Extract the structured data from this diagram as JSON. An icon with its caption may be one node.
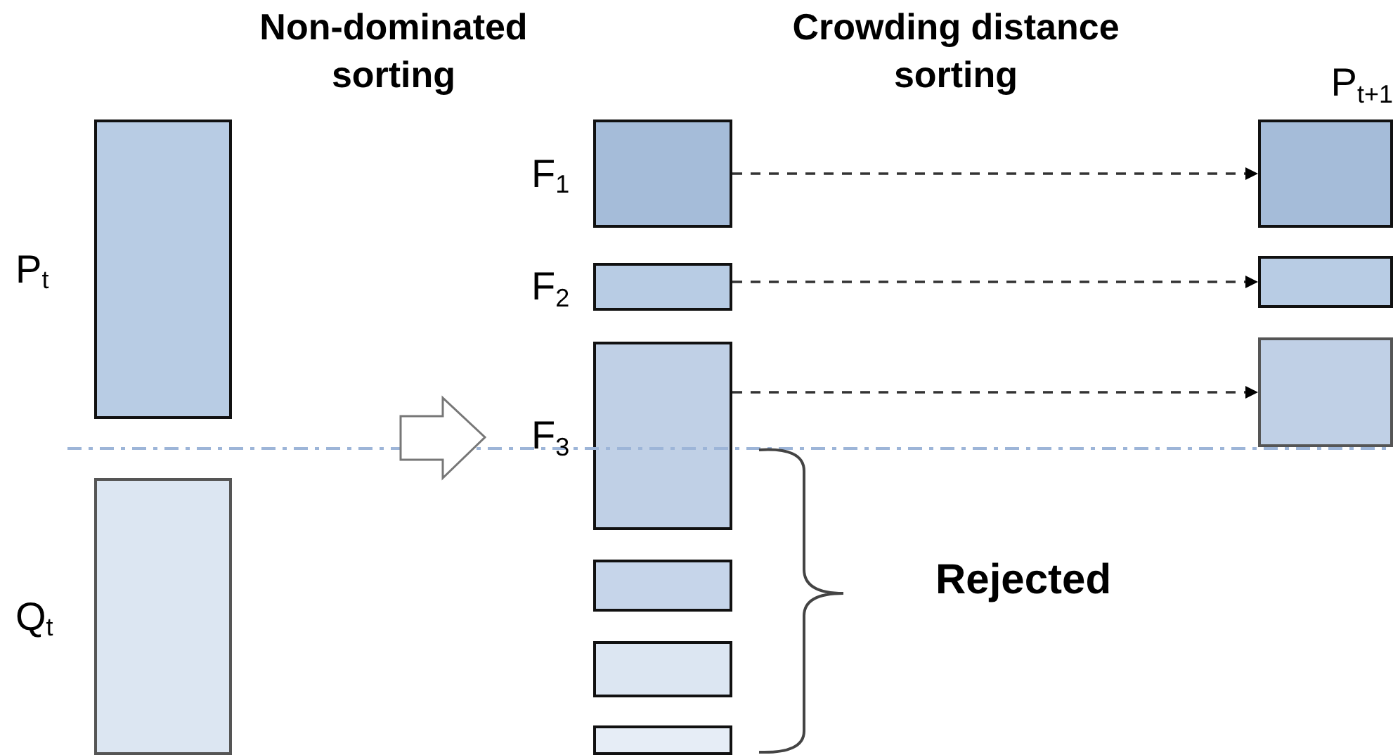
{
  "diagram": {
    "nodes": [
      {
        "text": [
          "P$_{t}$"
        ]
      },
      {
        "text": [
          "Q$_{t}$"
        ]
      },
      {
        "text": [
          "F$_{1}$"
        ]
      },
      {
        "text": [
          "F$_{2}$"
        ]
      },
      {
        "text": [
          "F$_{3}$"
        ]
      },
      {
        "text": [],
        "shape": "box"
      },
      {
        "text": [],
        "shape": "box"
      },
      {
        "text": [],
        "shape": "box"
      },
      {
        "text": [
          "P$_{t+1}$"
        ]
      },
      {
        "text": [],
        "shape": "box"
      },
      {
        "text": [],
        "shape": "box"
      }
    ],
    "edges": [
      {
        "from": 2,
        "to": 8,
        "arrow": "to",
        "style": "dashed"
      },
      {
        "from": 3,
        "to": 9,
        "arrow": "to",
        "style": "dashed"
      },
      {
        "from": 4,
        "to": 10,
        "arrow": "to",
        "style": "dashed"
      }
    ],
    "labels": [
      "Non-dominated sorting",
      "Crowding distance sorting",
      "Rejected"
    ]
  }
}
